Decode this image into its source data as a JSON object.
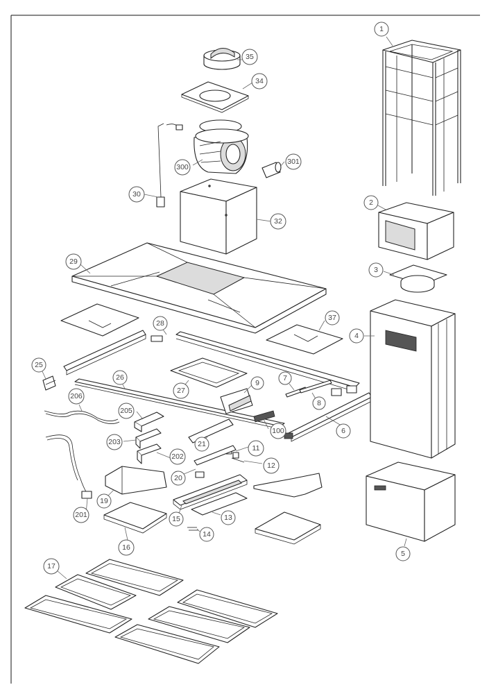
{
  "diagram": {
    "callouts": [
      {
        "id": "c1",
        "label": "1"
      },
      {
        "id": "c2",
        "label": "2"
      },
      {
        "id": "c3",
        "label": "3"
      },
      {
        "id": "c4",
        "label": "4"
      },
      {
        "id": "c5",
        "label": "5"
      },
      {
        "id": "c6",
        "label": "6"
      },
      {
        "id": "c7",
        "label": "7"
      },
      {
        "id": "c8",
        "label": "8"
      },
      {
        "id": "c9",
        "label": "9"
      },
      {
        "id": "c11",
        "label": "11"
      },
      {
        "id": "c12",
        "label": "12"
      },
      {
        "id": "c13",
        "label": "13"
      },
      {
        "id": "c14",
        "label": "14"
      },
      {
        "id": "c15",
        "label": "15"
      },
      {
        "id": "c16",
        "label": "16"
      },
      {
        "id": "c17",
        "label": "17"
      },
      {
        "id": "c19",
        "label": "19"
      },
      {
        "id": "c20",
        "label": "20"
      },
      {
        "id": "c21",
        "label": "21"
      },
      {
        "id": "c25",
        "label": "25"
      },
      {
        "id": "c26",
        "label": "26"
      },
      {
        "id": "c27",
        "label": "27"
      },
      {
        "id": "c28",
        "label": "28"
      },
      {
        "id": "c29",
        "label": "29"
      },
      {
        "id": "c30",
        "label": "30"
      },
      {
        "id": "c32",
        "label": "32"
      },
      {
        "id": "c34",
        "label": "34"
      },
      {
        "id": "c35",
        "label": "35"
      },
      {
        "id": "c37",
        "label": "37"
      },
      {
        "id": "c100",
        "label": "100"
      },
      {
        "id": "c201",
        "label": "201"
      },
      {
        "id": "c202",
        "label": "202"
      },
      {
        "id": "c203",
        "label": "203"
      },
      {
        "id": "c205",
        "label": "205"
      },
      {
        "id": "c206",
        "label": "206"
      },
      {
        "id": "c300",
        "label": "300"
      },
      {
        "id": "c301",
        "label": "301"
      }
    ]
  }
}
